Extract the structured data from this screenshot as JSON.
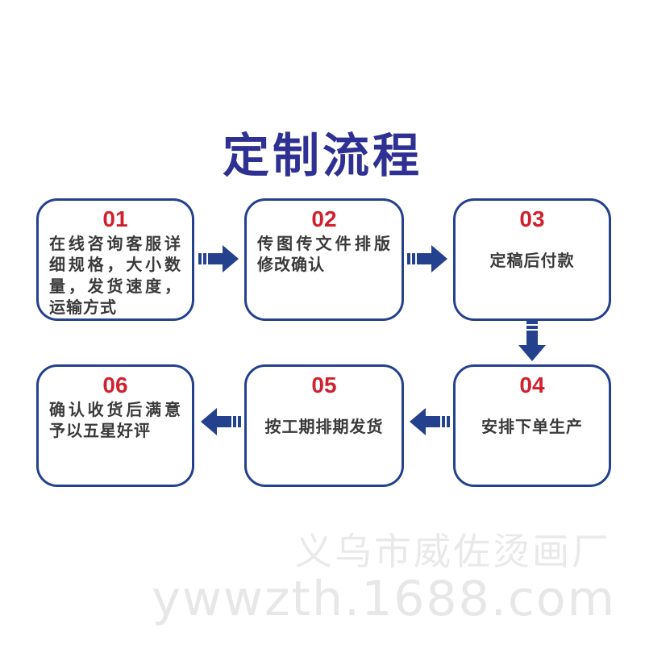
{
  "title": {
    "text": "定制流程"
  },
  "steps": [
    {
      "number": "01",
      "text": "在线咨询客服详细规格，大小数量，发货速度，运输方式",
      "align": "justify"
    },
    {
      "number": "02",
      "text": "传图传文件排版修改确认",
      "align": "justify"
    },
    {
      "number": "03",
      "text": "定稿后付款",
      "align": "center"
    },
    {
      "number": "04",
      "text": "安排下单生产",
      "align": "center"
    },
    {
      "number": "05",
      "text": "按工期排期发货",
      "align": "center"
    },
    {
      "number": "06",
      "text": "确认收货后满意予以五星好评",
      "align": "justify"
    }
  ],
  "watermark": {
    "line1": "义乌市威佐烫画厂",
    "line2": "ywwzth.1688.com"
  },
  "colors": {
    "accent_blue": "#24418e",
    "title_blue": "#2e3192",
    "number_red": "#d0212f",
    "text_dark": "#3a3a3a",
    "watermark_gray": "#e9e9e9",
    "page_bg": "#ffffff"
  }
}
